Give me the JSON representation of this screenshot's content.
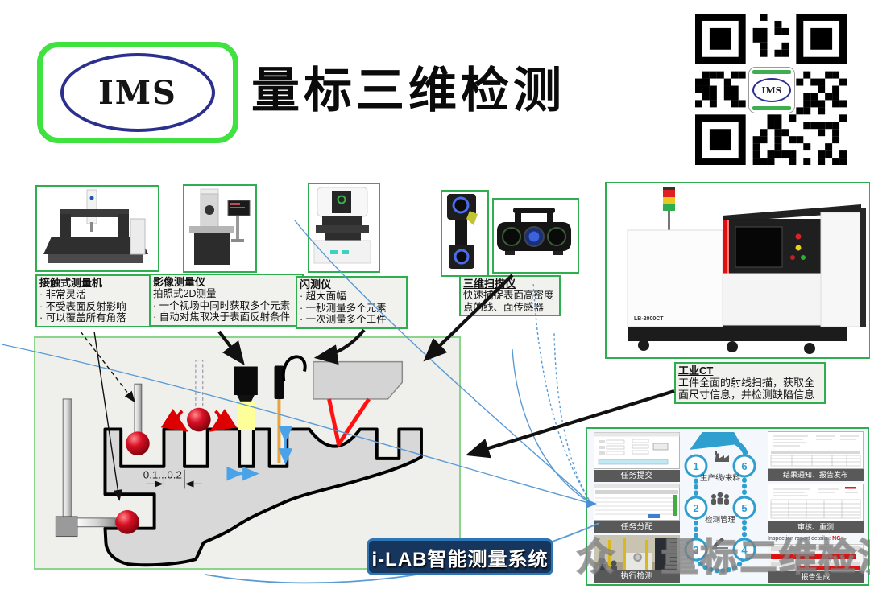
{
  "page": {
    "logo_text": "IMS",
    "title": "量标三维检测"
  },
  "equipment": {
    "contact": {
      "title": "接触式测量机",
      "bullets": [
        "非常灵活",
        "不受表面反射影响",
        "可以覆盖所有角落"
      ]
    },
    "vision": {
      "title": "影像测量仪",
      "subtitle": "拍照式2D测量",
      "bullets": [
        "一个视场中同时获取多个元素",
        "自动对焦取决于表面反射条件"
      ]
    },
    "flash": {
      "title": "闪测仪",
      "bullets": [
        "超大面幅",
        "一秒测量多个元素",
        "一次测量多个工件"
      ]
    },
    "scanner3d": {
      "title": "三维扫描仪",
      "desc": "快速捕捉表面高密度点的线、面传感器"
    },
    "industrial_ct": {
      "title": "工业CT",
      "desc": "工件全面的射线扫描，获取全面尺寸信息，并检测缺陷信息",
      "machine_label": "LB-2000CT"
    }
  },
  "diagram": {
    "dimension_label": "0.1...0.2"
  },
  "ilab": {
    "banner": "i-LAB智能测量系统",
    "captions": {
      "submit": "任务提交",
      "assign": "任务分配",
      "execute": "执行检测",
      "notify": "结果通知、报告发布",
      "review": "审核、重测",
      "report": "报告生成"
    },
    "cycle_numbers": [
      "1",
      "2",
      "3",
      "4",
      "5",
      "6"
    ],
    "cycle_labels": {
      "line": "生产线/来料",
      "manage": "检测管理"
    },
    "report_note": {
      "label": "Inspection report details :",
      "value": "NG"
    }
  },
  "watermark": "众 · 量标三维检测",
  "colors": {
    "box_green": "#2fae50",
    "logo_green": "#3fe23f",
    "ellipse_blue": "#2b2f8e",
    "cycle_blue": "#2f9fd0",
    "banner_navy": "#17365d",
    "banner_border": "#2e75b6",
    "laser_red": "#ff1111",
    "probe_orange": "#e8a33d",
    "beam_yellow": "#ffff99",
    "caption_gray": "#595959"
  }
}
